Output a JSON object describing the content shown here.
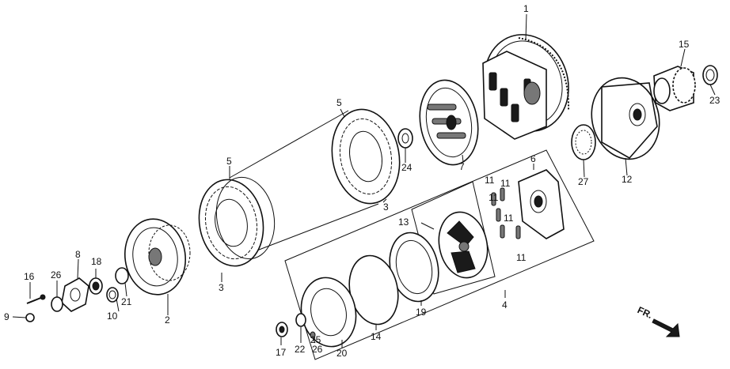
{
  "labels": {
    "p1": "1",
    "p2": "2",
    "p3a": "3",
    "p3b": "3",
    "p4": "4",
    "p5a": "5",
    "p5b": "5",
    "p6": "6",
    "p7": "7",
    "p8": "8",
    "p9": "9",
    "p10": "10",
    "p11a": "11",
    "p11b": "11",
    "p11c": "11",
    "p11d": "11",
    "p11e": "11",
    "p12": "12",
    "p13": "13",
    "p14": "14",
    "p15": "15",
    "p16": "16",
    "p17": "17",
    "p18": "18",
    "p19": "19",
    "p20": "20",
    "p21": "21",
    "p22": "22",
    "p23": "23",
    "p24": "24",
    "p25": "25",
    "p26a": "26",
    "p26b": "26",
    "p27": "27"
  },
  "direction_arrow": "FR."
}
